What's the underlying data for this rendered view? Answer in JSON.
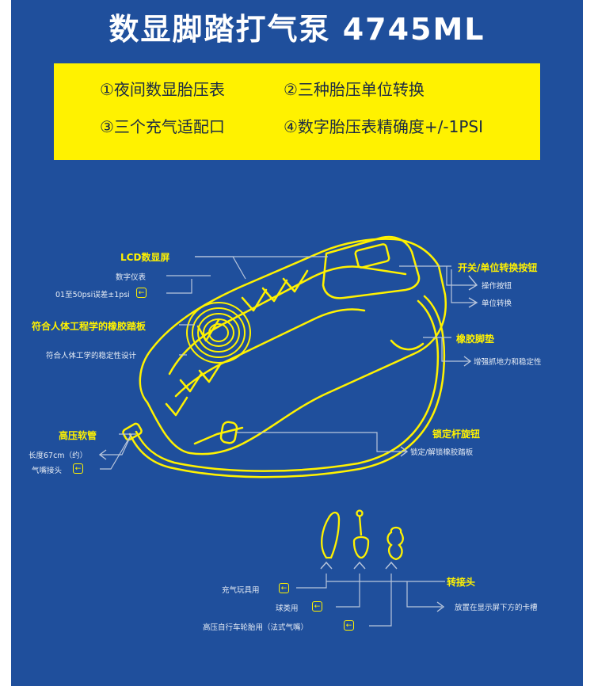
{
  "title": "数显脚踏打气泵  4745ML",
  "features": [
    "①夜间数显胎压表",
    "②三种胎压单位转换",
    "③三个充气适配口",
    "④数字胎压表精确度+/-1PSI"
  ],
  "callouts": {
    "lcd": {
      "title": "LCD数显屏",
      "sub1": "数字仪表",
      "sub2": "01至50psi误差±1psi"
    },
    "pedal": {
      "title": "符合人体工程学的橡胶踏板",
      "sub1": "符合人体工学的稳定性设计"
    },
    "hose": {
      "title": "高压软管",
      "sub1": "长度67cm（约）",
      "sub2": "气嘴接头"
    },
    "switch": {
      "title": "开关/单位转换按钮",
      "sub1": "操作按钮",
      "sub2": "单位转换"
    },
    "feet": {
      "title": "橡胶脚垫",
      "sub1": "增强抓地力和稳定性"
    },
    "lock": {
      "title": "锁定杆旋钮",
      "sub1": "锁定/解锁橡胶踏板"
    },
    "adapter": {
      "title": "转接头",
      "sub1": "放置在显示屏下方的卡槽"
    }
  },
  "adapters": {
    "toy": "充气玩具用",
    "ball": "球类用",
    "bike": "高压自行车轮胎用（法式气嘴）"
  },
  "colors": {
    "background": "#1f4f9c",
    "accent": "#fff200",
    "line": "#b9c6dc"
  },
  "icons": [
    "arrow-left-icon",
    "arrow-right-icon",
    "arrow-up-icon",
    "pump-illustration"
  ]
}
